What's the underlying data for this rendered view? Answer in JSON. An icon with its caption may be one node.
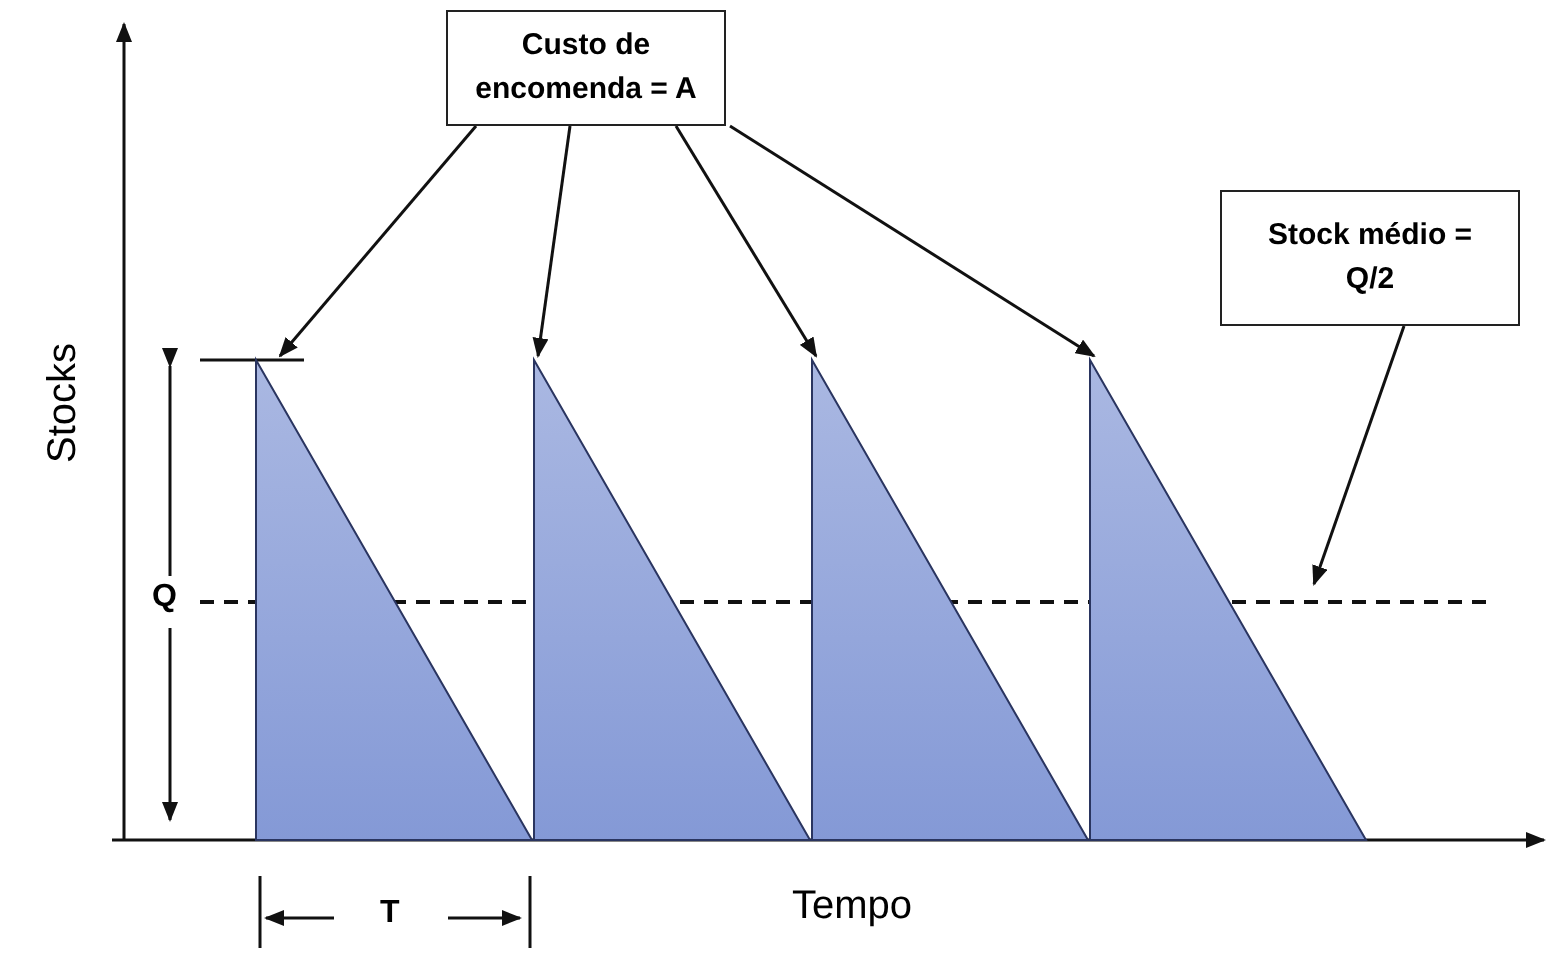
{
  "diagram": {
    "nodes": [
      {
        "text": [
          "Custo de encomenda = A"
        ]
      },
      {
        "text": [
          "Stock médio = Q/2"
        ]
      },
      {
        "text": [],
        "shape": "triangle"
      },
      {
        "text": [],
        "shape": "triangle"
      },
      {
        "text": [],
        "shape": "triangle"
      },
      {
        "text": [],
        "shape": "triangle"
      }
    ],
    "edges": [
      {
        "from": 0,
        "to": 2,
        "arrow": "to"
      },
      {
        "from": 0,
        "to": 3,
        "arrow": "to"
      },
      {
        "from": 0,
        "to": 4,
        "arrow": "to"
      },
      {
        "from": 0,
        "to": 5,
        "arrow": "to"
      },
      {
        "from": 1,
        "to": null,
        "arrow": "to"
      }
    ],
    "labels": [
      "Stocks",
      "Q",
      "T",
      "Tempo"
    ]
  }
}
